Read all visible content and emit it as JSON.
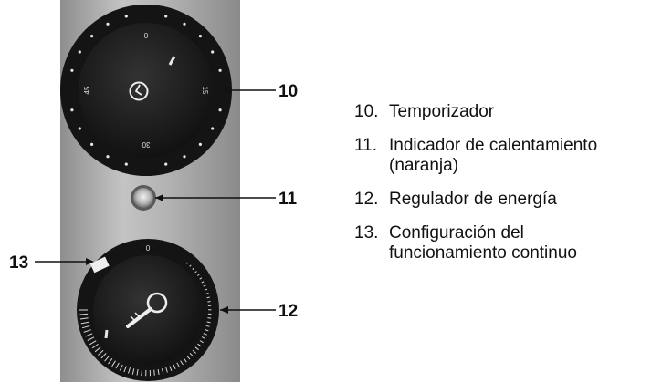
{
  "callouts": [
    {
      "num": "10",
      "label": "Temporizador"
    },
    {
      "num": "11",
      "label": "Indicador de calentamiento (naranja)"
    },
    {
      "num": "12",
      "label": "Regulador de energía"
    },
    {
      "num": "13",
      "label": "Configuración del funcionamiento continuo"
    }
  ],
  "legend": [
    {
      "num": "10.",
      "lines": [
        "Temporizador"
      ]
    },
    {
      "num": "11.",
      "lines": [
        "Indicador de calentamiento",
        "(naranja)"
      ]
    },
    {
      "num": "12.",
      "lines": [
        "Regulador de energía"
      ]
    },
    {
      "num": "13.",
      "lines": [
        "Configuración del",
        "funcionamiento continuo"
      ]
    }
  ],
  "dial_markings": {
    "timer_zero": "0",
    "timer_15": "15",
    "timer_30": "30",
    "timer_45": "45",
    "power_off": "0"
  },
  "colors": {
    "panel": "#a9a9a9",
    "knob": "#1c1c1c",
    "indicator": "#c8c8c8",
    "text": "#111111"
  },
  "icons": {
    "timer_knob": "clock-icon",
    "power_knob": "thermometer-icon"
  }
}
